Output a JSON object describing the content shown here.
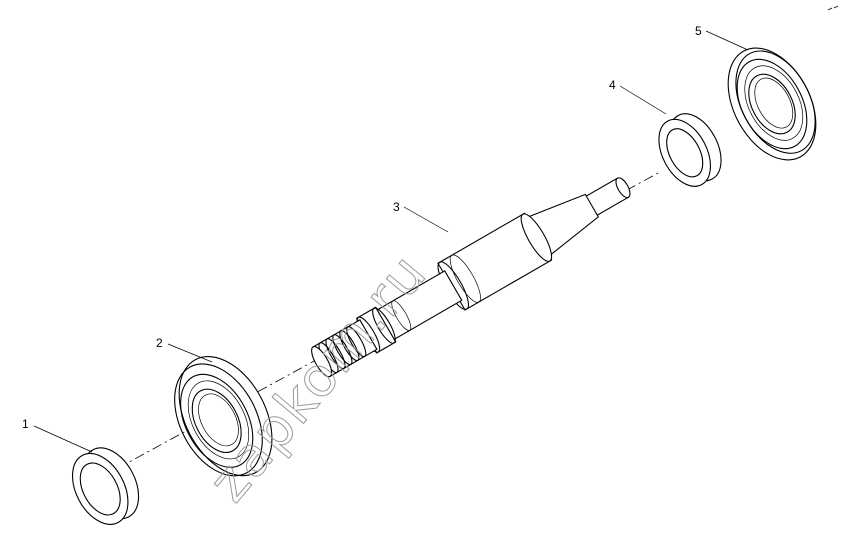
{
  "watermark": {
    "text": "zapkom.ru"
  },
  "callouts": [
    {
      "id": "callout-1",
      "label": "1"
    },
    {
      "id": "callout-2",
      "label": "2"
    },
    {
      "id": "callout-3",
      "label": "3"
    },
    {
      "id": "callout-4",
      "label": "4"
    },
    {
      "id": "callout-5",
      "label": "5"
    }
  ]
}
